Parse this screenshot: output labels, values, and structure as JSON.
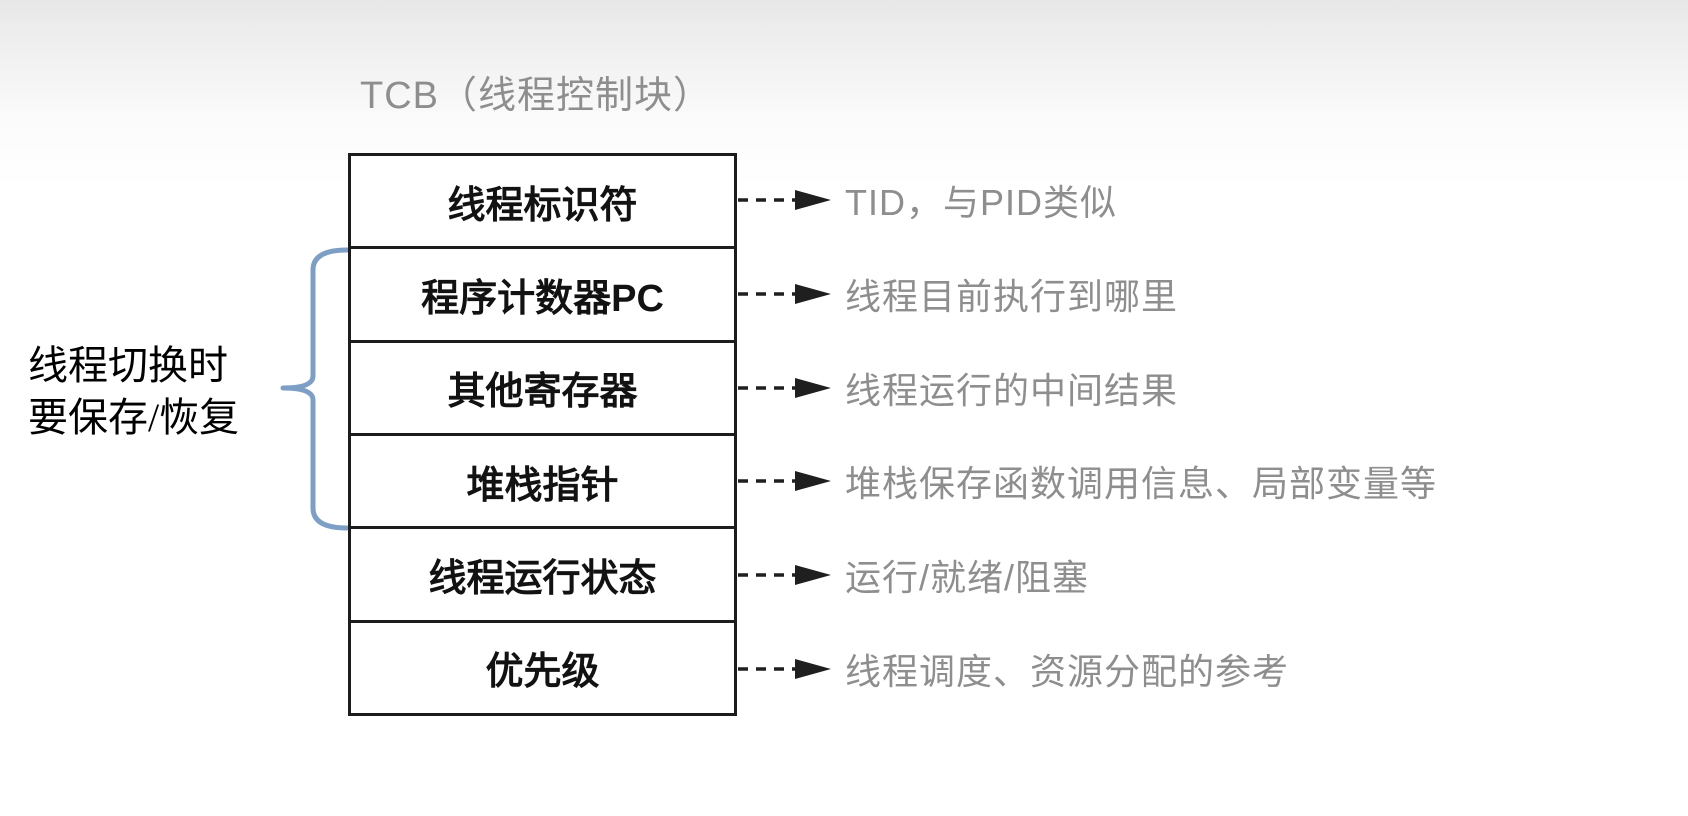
{
  "diagram": {
    "title": "TCB（线程控制块）",
    "side_note": {
      "line1": "线程切换时",
      "line2": "要保存/恢复"
    },
    "rows": [
      {
        "label": "线程标识符",
        "note": "TID，与PID类似"
      },
      {
        "label": "程序计数器PC",
        "note": "线程目前执行到哪里"
      },
      {
        "label": "其他寄存器",
        "note": "线程运行的中间结果"
      },
      {
        "label": "堆栈指针",
        "note": "堆栈保存函数调用信息、局部变量等"
      },
      {
        "label": "线程运行状态",
        "note": "运行/就绪/阻塞"
      },
      {
        "label": "优先级",
        "note": "线程调度、资源分配的参考"
      }
    ],
    "colors": {
      "border_black": "#1c1c1c",
      "gray_text": "#8e8e8e",
      "brace_blue": "#7d9fc6"
    }
  }
}
